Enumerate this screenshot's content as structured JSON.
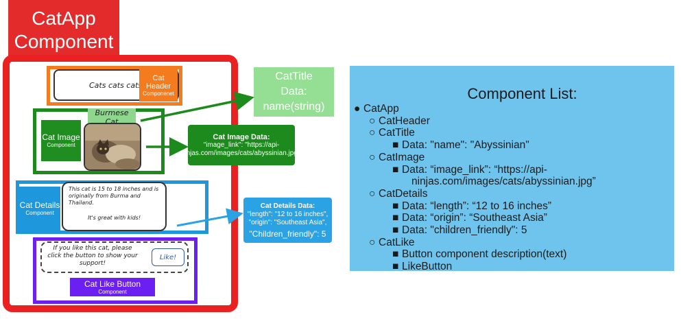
{
  "catapp_tag": {
    "line1": "CatApp",
    "line2": "Component"
  },
  "cat_header": {
    "text": "Cats cats cats",
    "tag_line1": "Cat",
    "tag_line2": "Header",
    "tag_sub": "Componenet"
  },
  "cat_title": {
    "text": "Burmese Cat"
  },
  "cat_image": {
    "tag_line1": "Cat Image",
    "tag_sub": "Component"
  },
  "cat_details": {
    "tag_line1": "Cat Details",
    "tag_sub": "Component",
    "text1": "This cat is 15 to 18 inches and is originally from Burma and Thailand.",
    "text2": "It's great with kids!"
  },
  "cat_like": {
    "text": "If you like this cat, please click the button to show your support!",
    "button": "Like!",
    "tag_line1": "Cat Like Button",
    "tag_sub": "Component"
  },
  "cattitle_data": {
    "line1": "CatTitle",
    "line2": "Data:",
    "line3": "name(string)"
  },
  "image_data": {
    "heading": "Cat Image Data:",
    "body": "\"image_link\": \"https://api-ninjas.com/images/cats/abyssinian.jpg\","
  },
  "details_data": {
    "heading": "Cat Details Data:",
    "line1": "\"length\": \"12 to 16 inches\",",
    "line2": "\"origin\": \"Southeast Asia\",",
    "line3": "\"Children_friendly\": 5"
  },
  "component_list": {
    "title": "Component List:",
    "root": "CatApp",
    "header": "CatHeader",
    "title_item": "CatTitle",
    "title_data": "Data: \"name\": \"Abyssinian\"",
    "image": "CatImage",
    "image_data_a": "Data: “image_link”: “https://api-",
    "image_data_b": "ninjas.com/images/cats/abyssinian.jpg”",
    "details": "CatDetails",
    "details_length": "Data: “length”: “12 to 16 inches”",
    "details_origin": "Data: “origin”: “Southeast Asia”",
    "details_children": "Data: \"children_friendly\": 5",
    "like": "CatLike",
    "like_desc": "Button component description(text)",
    "like_button": "LikeButton"
  },
  "colors": {
    "red": "#ea2121",
    "orange": "#f47b1e",
    "green": "#1c8a1c",
    "light_green": "#94df94",
    "blue": "#1f97dc",
    "purple": "#6b1ff0",
    "list_bg": "#6ec4ed"
  }
}
